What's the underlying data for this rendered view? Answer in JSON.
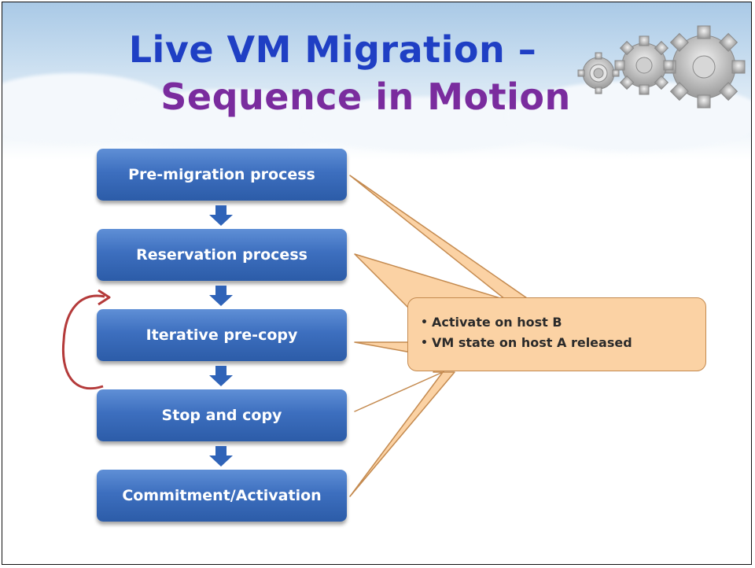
{
  "title": {
    "line1": "Live VM Migration –",
    "line2": "Sequence in Motion"
  },
  "steps": [
    {
      "label": "Pre-migration process"
    },
    {
      "label": "Reservation process"
    },
    {
      "label": "Iterative pre-copy"
    },
    {
      "label": "Stop and copy"
    },
    {
      "label": "Commitment/Activation"
    }
  ],
  "callout": {
    "bullets": [
      "Activate on host B",
      "VM state on host A released"
    ]
  },
  "colors": {
    "title_line1": "#1f3fc4",
    "title_line2": "#7a2c9e",
    "step_fill": "#3d6fbf",
    "arrow": "#2f63b8",
    "callout_fill": "#fbd2a4",
    "loop": "#b43a3a"
  },
  "icons": [
    "gears-icon",
    "loop-arrow-icon",
    "down-arrow-icon"
  ]
}
